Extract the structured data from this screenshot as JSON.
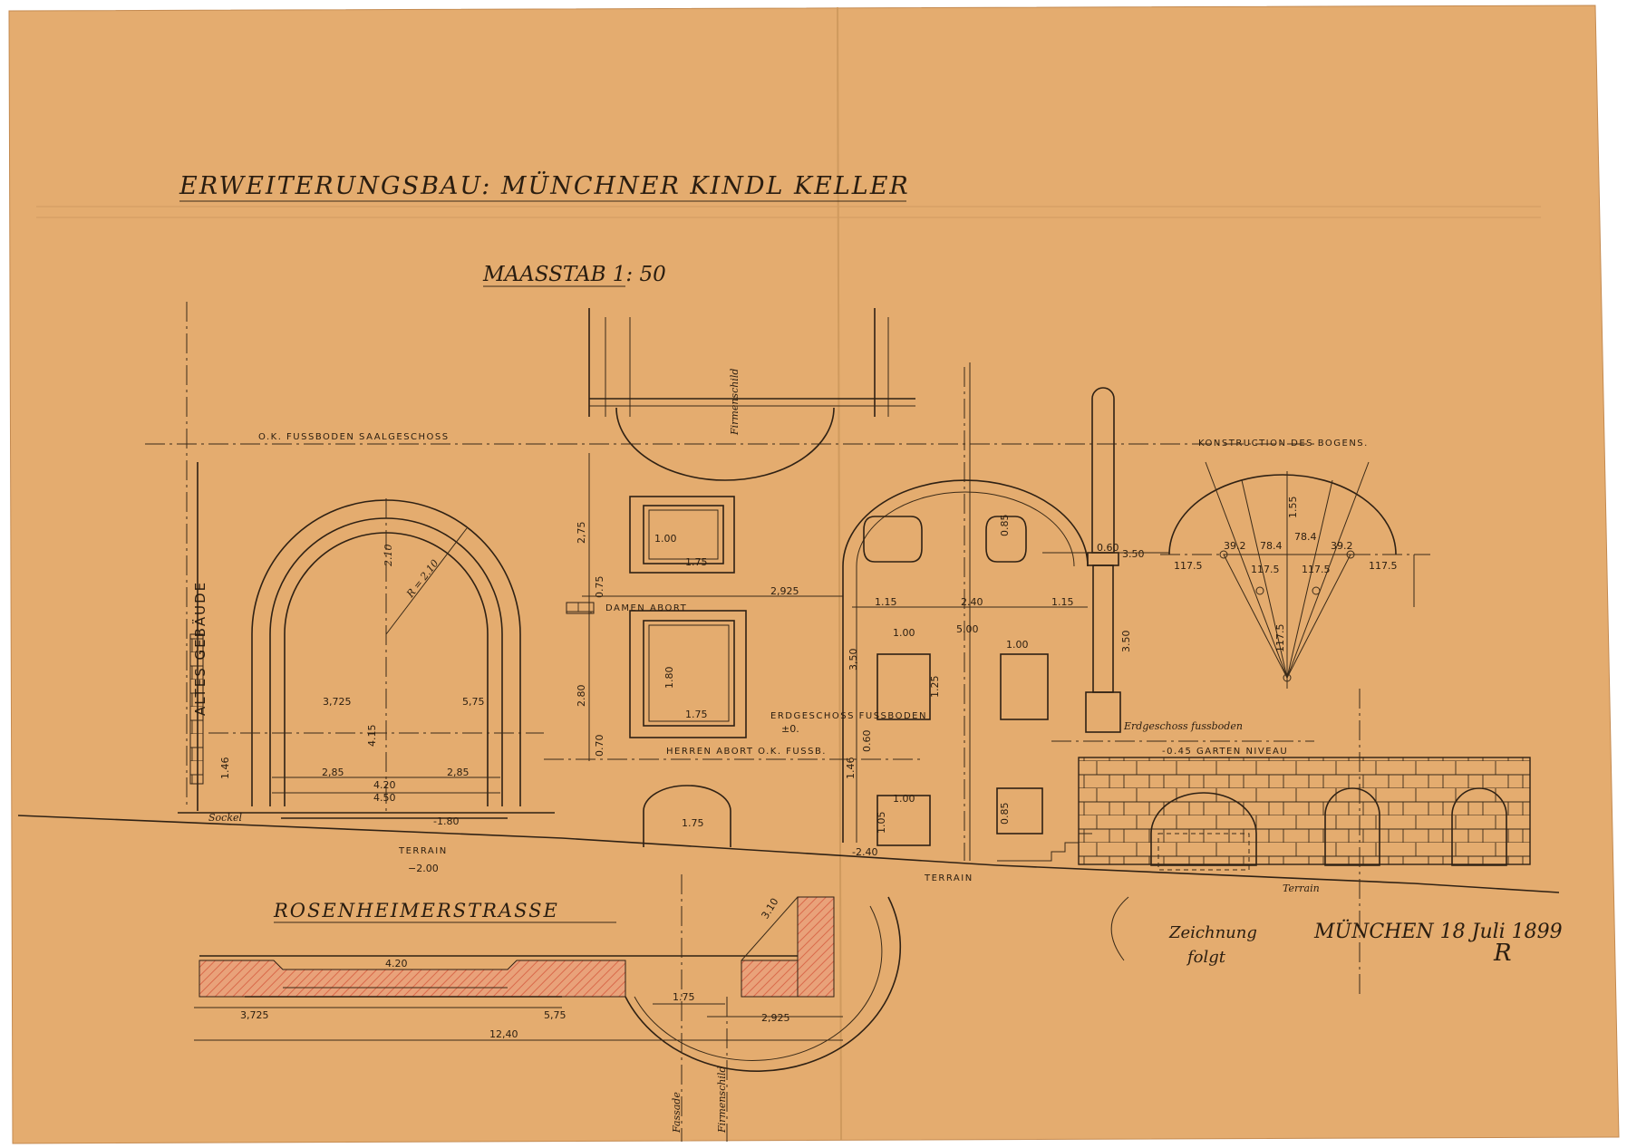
{
  "drawing": {
    "title": "ERWEITERUNGSBAU: MÜNCHNER KINDL KELLER",
    "scale": "MAASSTAB 1: 50",
    "street": "ROSENHEIMERSTRASSE",
    "date": "MÜNCHEN 18 Juli 1899",
    "note": [
      "Zeichnung",
      "folgt"
    ],
    "signature": "R",
    "colors": {
      "paper": "#e4ac6f",
      "ink": "#2f2114",
      "hatch": "#e0835c"
    }
  },
  "labels": {
    "saalgeschoss": "O.K. FUSSBODEN SAALGESCHOSS",
    "altes_gebaeude": "ALTES GEBÄUDE",
    "damen_abort": "DAMEN ABORT",
    "herren_abort": "HERREN ABORT O.K. FUSSB.",
    "erdgeschoss_fussboden": "ERDGESCHOSS FUSSBODEN",
    "erdgeschoss_fussboden_2": "Erdgeschoss fussboden",
    "gartenniveau": "-0.45 GARTEN NIVEAU",
    "konstruktion": "KONSTRUCTION DES BOGENS.",
    "terrain_1": "TERRAIN",
    "terrain_2": "TERRAIN",
    "terrain_3": "Terrain",
    "sockel": "Sockel",
    "fassade": "Fassade",
    "firmenschild": "Firmenschild"
  },
  "dimensions": {
    "arch_radius": "R = 2.10",
    "arch_rise": "2.10",
    "d_3725": "3,725",
    "d_575": "5,75",
    "d_415": "4.15",
    "d_285a": "2,85",
    "d_420": "4.20",
    "d_285b": "2,85",
    "d_450": "4.50",
    "d_146": "1.46",
    "d_180": "-1.80",
    "d_minus200": "−2.00",
    "d_275": "2,75",
    "d_100": "1.00",
    "d_175a": "1.75",
    "d_075": "0.75",
    "d_280": "2.80",
    "d_180b": "1.80",
    "d_175b": "1.75",
    "d_070": "0.70",
    "d_175c": "1.75",
    "d_2925": "2,925",
    "d_115a": "1.15",
    "d_240": "2.40",
    "d_115b": "1.15",
    "d_500": "5.00",
    "d_350": "3,50",
    "d_060": "0.60",
    "d_350b": "3.50",
    "d_100b": "1.00",
    "d_100c": "1.00",
    "d_125": "1.25",
    "d_100d": "1.00",
    "d_105": "1.05",
    "d_minus240": "-2.40",
    "d_085": "0.85",
    "d_146b": "1.46",
    "d_060b": "0.60",
    "d_085b": "0.85",
    "arc_392a": "39.2",
    "arc_784a": "78.4",
    "arc_784b": "78.4",
    "arc_392b": "39.2",
    "arc_155": "1.55",
    "arc_1175a": "117.5",
    "arc_1175b": "117.5",
    "arc_1175c": "117.5",
    "arc_1175d": "117.5",
    "arc_1175e": "117.5",
    "plan_420": "4.20",
    "plan_3725": "3,725",
    "plan_575": "5,75",
    "plan_175": "1.75",
    "plan_2925": "2,925",
    "plan_1240": "12,40",
    "plan_310": "3.10"
  }
}
